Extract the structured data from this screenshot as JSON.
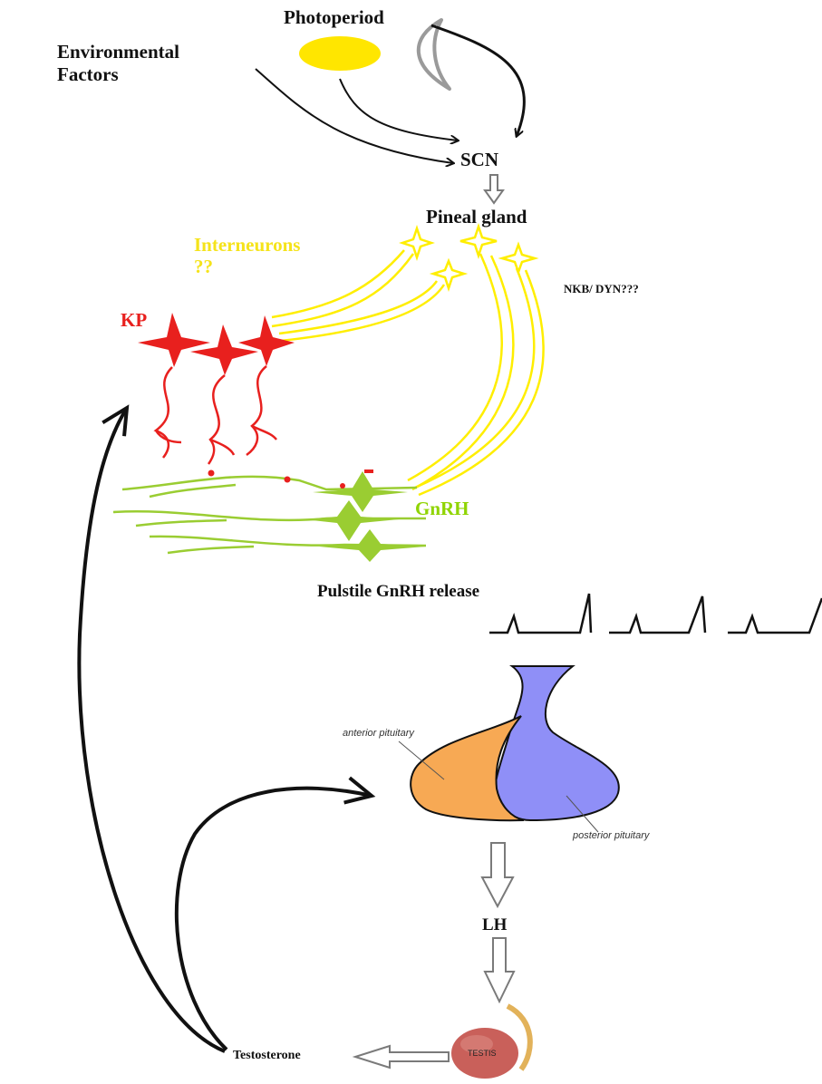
{
  "labels": {
    "photoperiod": "Photoperiod",
    "environmental_factors_line1": "Environmental",
    "environmental_factors_line2": "Factors",
    "scn": "SCN",
    "pineal_gland": "Pineal gland",
    "interneurons_line1": "Interneurons",
    "interneurons_line2": "??",
    "nkb_dyn": "NKB/ DYN???",
    "kp": "KP",
    "gnrh": "GnRH",
    "pulsatile_release": "Pulstile GnRH release",
    "anterior_pituitary": "anterior pituitary",
    "posterior_pituitary": "posterior pituitary",
    "lh": "LH",
    "testis": "TESTIS",
    "testosterone": "Testosterone"
  },
  "colors": {
    "sun": "#ffe600",
    "moon": "#9a9a9a",
    "arrow": "#111111",
    "hollow_arrow": "#7a7a7a",
    "interneuron": "#ffee00",
    "interneuron_text": "#f5e31a",
    "kp": "#e8201e",
    "gnrh": "#9acd32",
    "gnrh_text": "#8fd400",
    "anterior_pituitary": "#f7a954",
    "posterior_pituitary": "#8f8ff7",
    "testis": "#c9605a",
    "testis_cord": "#e2b25a"
  },
  "icons": [
    "sun-icon",
    "moon-icon",
    "interneuron-star-icon",
    "kp-neuron-icon",
    "gnrh-neuron-icon",
    "pulse-wave-icon",
    "pituitary-icon",
    "testis-icon"
  ]
}
